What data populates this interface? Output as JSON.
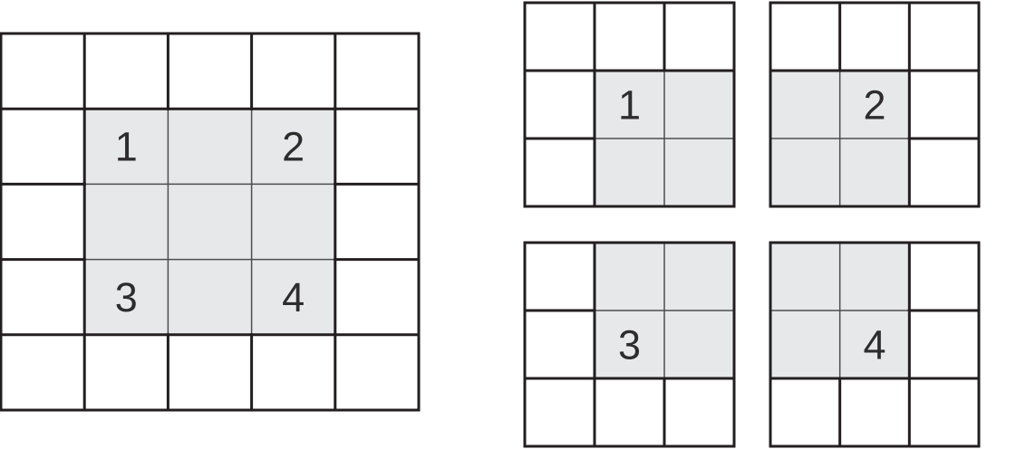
{
  "page": {
    "background": "#ffffff"
  },
  "diagram": {
    "description": "One 5x5 grid with a shaded 3x3 interior whose corner cells are labeled 1, 2, 3, 4, and four 3x3 subgrids each containing a shaded 2x2 quadrant with its center cell labeled 1, 2, 3 or 4",
    "colors": {
      "cell_fill": "#ffffff",
      "shaded_fill": "#e7e8ea",
      "line_thick": "#231f20",
      "line_thin": "#4e4e50",
      "label_color": "#2e2c2d"
    },
    "line_widths": {
      "thick": 3,
      "thin": 1.5
    },
    "label_font_size": 45,
    "grids": [
      {
        "id": "main-grid",
        "rows": 5,
        "cols": 5,
        "shaded_cells": [
          [
            1,
            1
          ],
          [
            1,
            2
          ],
          [
            1,
            3
          ],
          [
            2,
            1
          ],
          [
            2,
            2
          ],
          [
            2,
            3
          ],
          [
            3,
            1
          ],
          [
            3,
            2
          ],
          [
            3,
            3
          ]
        ],
        "labels": [
          {
            "row": 1,
            "col": 1,
            "text": "1"
          },
          {
            "row": 1,
            "col": 3,
            "text": "2"
          },
          {
            "row": 3,
            "col": 1,
            "text": "3"
          },
          {
            "row": 3,
            "col": 3,
            "text": "4"
          }
        ]
      },
      {
        "id": "subgrid-1",
        "rows": 3,
        "cols": 3,
        "shaded_cells": [
          [
            1,
            1
          ],
          [
            1,
            2
          ],
          [
            2,
            1
          ],
          [
            2,
            2
          ]
        ],
        "labels": [
          {
            "row": 1,
            "col": 1,
            "text": "1"
          }
        ]
      },
      {
        "id": "subgrid-2",
        "rows": 3,
        "cols": 3,
        "shaded_cells": [
          [
            1,
            0
          ],
          [
            1,
            1
          ],
          [
            2,
            0
          ],
          [
            2,
            1
          ]
        ],
        "labels": [
          {
            "row": 1,
            "col": 1,
            "text": "2"
          }
        ]
      },
      {
        "id": "subgrid-3",
        "rows": 3,
        "cols": 3,
        "shaded_cells": [
          [
            0,
            1
          ],
          [
            0,
            2
          ],
          [
            1,
            1
          ],
          [
            1,
            2
          ]
        ],
        "labels": [
          {
            "row": 1,
            "col": 1,
            "text": "3"
          }
        ]
      },
      {
        "id": "subgrid-4",
        "rows": 3,
        "cols": 3,
        "shaded_cells": [
          [
            0,
            0
          ],
          [
            0,
            1
          ],
          [
            1,
            0
          ],
          [
            1,
            1
          ]
        ],
        "labels": [
          {
            "row": 1,
            "col": 1,
            "text": "4"
          }
        ]
      }
    ]
  }
}
